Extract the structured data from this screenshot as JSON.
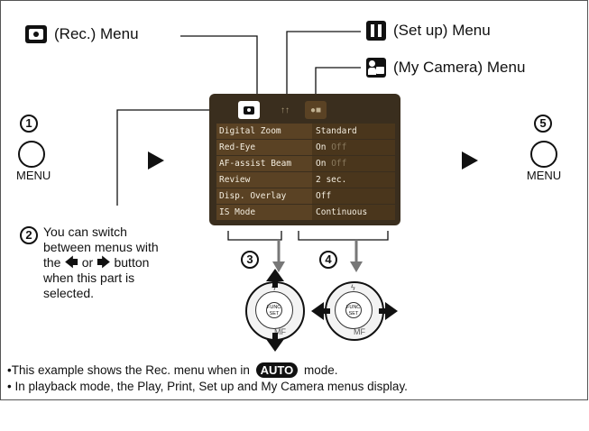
{
  "labels": {
    "rec_menu": "(Rec.) Menu",
    "setup_menu": "(Set up) Menu",
    "mycamera_menu": "(My Camera) Menu"
  },
  "steps": {
    "step1_num": "1",
    "step1_label": "MENU",
    "step2_num": "2",
    "step2_text_lines": [
      "You can switch",
      "between menus with",
      "the",
      "or",
      "button",
      "when this part is",
      "selected."
    ],
    "step3_num": "3",
    "step4_num": "4",
    "step5_num": "5",
    "step5_label": "MENU"
  },
  "lcd": {
    "tabs": [
      "rec-tab-icon",
      "setup-tab-icon",
      "mycamera-tab-icon"
    ],
    "rows": [
      {
        "key": "Digital Zoom",
        "value": "Standard",
        "dim": ""
      },
      {
        "key": "Red-Eye",
        "value": "On",
        "dim": "Off"
      },
      {
        "key": "AF-assist Beam",
        "value": "On",
        "dim": "Off"
      },
      {
        "key": "Review",
        "value": "2 sec.",
        "dim": ""
      },
      {
        "key": "Disp. Overlay",
        "value": "Off",
        "dim": ""
      },
      {
        "key": "IS Mode",
        "value": "Continuous",
        "dim": ""
      }
    ]
  },
  "dials": {
    "func_set": "FUNC. SET",
    "mf": "MF"
  },
  "footer": {
    "line1_before": "•This example shows the Rec. menu when in",
    "line1_badge": "AUTO",
    "line1_after": "mode.",
    "line2": "• In playback mode, the Play, Print, Set up and My Camera menus display."
  },
  "colors": {
    "lcd_bg": "#3a2e1e",
    "row_bg": "#5a4224",
    "tab_highlight": "#ffffff"
  }
}
